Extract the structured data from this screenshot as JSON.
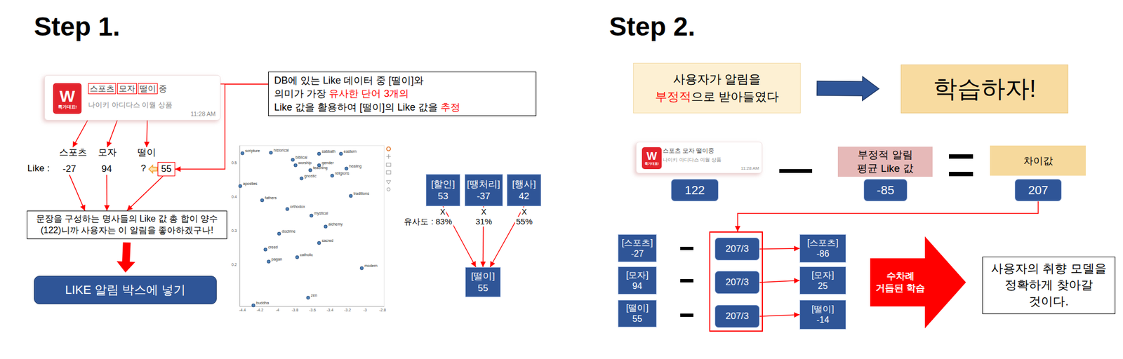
{
  "diagram": {
    "nodes": [
      {
        "text": [
          "중",
          "나이키 아디다스 이월 상품",
          "11:28 AM"
        ]
      },
      {
        "text": [
          "W",
          "특가대표!"
        ],
        "in": 0
      },
      {
        "text": [
          "스포츠"
        ],
        "in": 0
      },
      {
        "text": [
          "모자"
        ],
        "in": 0
      },
      {
        "text": [
          "떨이"
        ],
        "in": 0
      },
      {
        "text": [
          "DB에 있는 Like 데이터 중 [떨이]와",
          "의미가 가장",
          "유사한 단어 3개의",
          "Like 값을 활용하여 [떨이]의 Like 값을",
          "추정"
        ]
      },
      {
        "text": [
          "스포츠"
        ]
      },
      {
        "text": [
          "모자"
        ]
      },
      {
        "text": [
          "떨이"
        ]
      },
      {
        "text": [
          "-27"
        ]
      },
      {
        "text": [
          "94"
        ]
      },
      {
        "text": [
          "55"
        ]
      },
      {
        "text": [
          "문장을 구성하는 명사들의 Like 값 총 합이 양수(122)니까 사용자는 이 알림을 좋아하겠구나!"
        ]
      },
      {
        "text": [
          "LIKE 알림 박스에 넣기"
        ]
      },
      {
        "text": [
          "[할인]",
          "53"
        ]
      },
      {
        "text": [
          "[땡처리]",
          "-37"
        ]
      },
      {
        "text": [
          "[행사]",
          "42"
        ]
      },
      {
        "text": [
          "[떨이]",
          "55"
        ]
      },
      {
        "text": [
          "사용자가 알림을",
          "부정적",
          "으로 받아들였다"
        ]
      },
      {
        "text": [
          "학습하자!"
        ]
      },
      {
        "text": [
          "스포츠 모자 떨이중",
          "나이키 아디다스 이월 상품",
          "11:28 AM"
        ]
      },
      {
        "text": [
          "W",
          "특가대표!"
        ],
        "in": 20
      },
      {
        "text": [
          "122"
        ]
      },
      {
        "text": [
          "부정적 알림 평균 Like 값"
        ]
      },
      {
        "text": [
          "-85"
        ]
      },
      {
        "text": [
          "차이값"
        ]
      },
      {
        "text": [
          "207"
        ]
      },
      {
        "text": [
          "[스포츠]",
          "-27"
        ]
      },
      {
        "text": [
          "[모자]",
          "94"
        ]
      },
      {
        "text": [
          "[떨이]",
          "55"
        ]
      },
      {
        "text": []
      },
      {
        "text": [
          "207/3"
        ],
        "in": 30
      },
      {
        "text": [
          "207/3"
        ],
        "in": 30
      },
      {
        "text": [
          "207/3"
        ],
        "in": 30
      },
      {
        "text": [
          "[스포츠]",
          "-86"
        ]
      },
      {
        "text": [
          "[모자]",
          "25"
        ]
      },
      {
        "text": [
          "[떨이]",
          "-14"
        ]
      },
      {
        "text": [
          "수차례 거듭된 학습"
        ]
      },
      {
        "text": [
          "사용자의 취향 모델을 정확하게 찾아갈 것이다."
        ]
      }
    ],
    "edges": [
      {
        "from": 0,
        "to": 5,
        "arrow": "none"
      },
      {
        "from": 5,
        "to": 11,
        "arrow": "to"
      },
      {
        "from": 2,
        "to": 6,
        "arrow": "to"
      },
      {
        "from": 3,
        "to": 7,
        "arrow": "to"
      },
      {
        "from": 4,
        "to": 8,
        "arrow": "to"
      },
      {
        "from": 9,
        "to": 12,
        "arrow": "to"
      },
      {
        "from": 10,
        "to": 12,
        "arrow": "to"
      },
      {
        "from": 11,
        "to": 12,
        "arrow": "to"
      },
      {
        "from": 12,
        "to": 13,
        "arrow": "to"
      },
      {
        "from": 14,
        "to": 17,
        "arrow": "to"
      },
      {
        "from": 15,
        "to": 17,
        "arrow": "to"
      },
      {
        "from": 16,
        "to": 17,
        "arrow": "to"
      },
      {
        "from": 18,
        "to": 19,
        "arrow": "to"
      },
      {
        "from": 26,
        "to": 30,
        "arrow": "to"
      },
      {
        "from": 31,
        "to": 34,
        "arrow": "to"
      },
      {
        "from": 32,
        "to": 35,
        "arrow": "to"
      },
      {
        "from": 33,
        "to": 36,
        "arrow": "to"
      }
    ],
    "labels": [
      "Step 1.",
      "Step 2.",
      "Like :",
      "?",
      "X",
      "X",
      "X",
      "유사도 : 83%",
      "31%",
      "55%",
      "0.5",
      "0.4",
      "0.3",
      "0.2",
      "-4.4",
      "-4.2",
      "-4",
      "-3.8",
      "-3.6",
      "-3.4",
      "-3.2",
      "-3",
      "-2.8",
      "scripture",
      "historical",
      "sabbath",
      "eastern",
      "biblical",
      "worship",
      "gender",
      "healing",
      "teaching",
      "religions",
      "apostles",
      "gnostic",
      "traditions",
      "fathers",
      "orthodox",
      "mystical",
      "doctrine",
      "alchemy",
      "sacred",
      "creed",
      "catholic",
      "modern",
      "pagan",
      "buddha",
      "zen"
    ]
  }
}
